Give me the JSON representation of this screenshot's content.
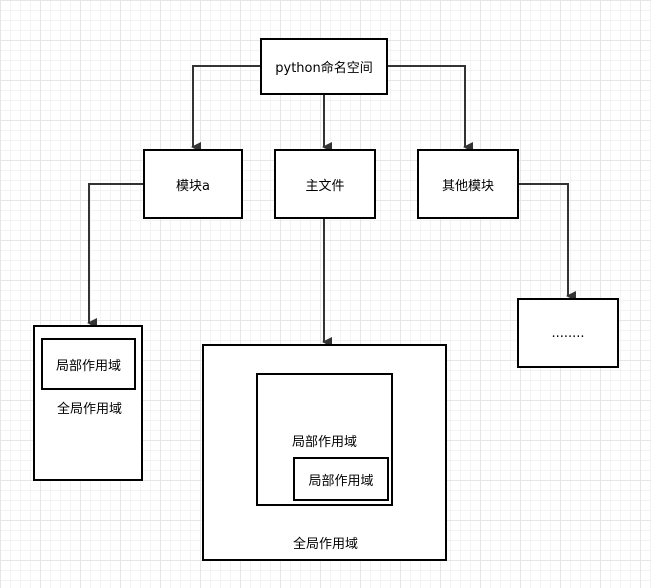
{
  "nodes": {
    "root": "python命名空间",
    "module_a": "模块a",
    "main_file": "主文件",
    "other_modules": "其他模块",
    "ellipsis": "........",
    "left_local": "局部作用域",
    "left_global": "全局作用域",
    "mid_local_outer": "局部作用域",
    "mid_local_inner": "局部作用域",
    "mid_global": "全局作用域"
  },
  "colors": {
    "stroke": "#000000",
    "arrow": "#333333",
    "grid": "#e6e6e6"
  }
}
